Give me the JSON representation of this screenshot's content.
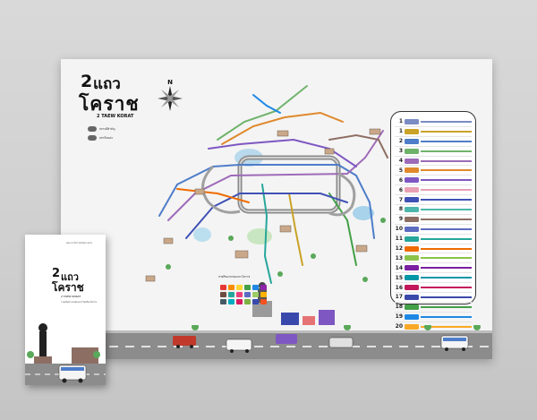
{
  "poster": {
    "logo_number": "2",
    "logo_thai_top": "แถว",
    "logo_thai_main": "โคราช",
    "logo_en": "2 TAEW KORAT",
    "compass_letter": "N",
    "legend": [
      {
        "label": "สถานที่สำคัญ",
        "color": "#777777"
      },
      {
        "label": "สถานีขนส่ง",
        "color": "#777777"
      }
    ],
    "palette_title": "สายสีของรถสองแถวโคราช",
    "palette_colors": [
      "#e53935",
      "#fb8c00",
      "#fdd835",
      "#43a047",
      "#1e88e5",
      "#8e24aa",
      "#6d4c41",
      "#26a69a",
      "#ec407a",
      "#5c6bc0",
      "#9ccc65",
      "#ffb300",
      "#455a64",
      "#00acc1",
      "#d81b60",
      "#7cb342",
      "#3949ab",
      "#f4511e"
    ]
  },
  "routes": [
    {
      "num": "1",
      "color": "#7b8cc4",
      "bar": "#7b8cc4"
    },
    {
      "num": "1",
      "color": "#c9a227",
      "bar": "#c9a227"
    },
    {
      "num": "2",
      "color": "#4e7dc9",
      "bar": "#4e7dc9"
    },
    {
      "num": "3",
      "color": "#6fb36b",
      "bar": "#6fb36b"
    },
    {
      "num": "4",
      "color": "#9e6bb8",
      "bar": "#9e6bb8"
    },
    {
      "num": "5",
      "color": "#e0892c",
      "bar": "#e0892c"
    },
    {
      "num": "6",
      "color": "#7e57c2",
      "bar": "#7e57c2"
    },
    {
      "num": "6",
      "color": "#e8a0b4",
      "bar": "#e8a0b4"
    },
    {
      "num": "7",
      "color": "#3f51b5",
      "bar": "#3f51b5"
    },
    {
      "num": "8",
      "color": "#4db6ac",
      "bar": "#4db6ac"
    },
    {
      "num": "9",
      "color": "#8d6e63",
      "bar": "#8d6e63"
    },
    {
      "num": "10",
      "color": "#5c6bc0",
      "bar": "#5c6bc0"
    },
    {
      "num": "11",
      "color": "#26a69a",
      "bar": "#26a69a"
    },
    {
      "num": "12",
      "color": "#ef6c00",
      "bar": "#ef6c00"
    },
    {
      "num": "13",
      "color": "#8bc34a",
      "bar": "#8bc34a"
    },
    {
      "num": "14",
      "color": "#7b1fa2",
      "bar": "#7b1fa2"
    },
    {
      "num": "15",
      "color": "#0097a7",
      "bar": "#0097a7"
    },
    {
      "num": "16",
      "color": "#c2185b",
      "bar": "#c2185b"
    },
    {
      "num": "17",
      "color": "#3949ab",
      "bar": "#3949ab"
    },
    {
      "num": "18",
      "color": "#43a047",
      "bar": "#43a047"
    },
    {
      "num": "19",
      "color": "#1e88e5",
      "bar": "#1e88e5"
    },
    {
      "num": "20",
      "color": "#f9a825",
      "bar": "#f9a825"
    }
  ],
  "booklet": {
    "top_text": "สองแถวโคราชเส้นทางสาย",
    "number": "2",
    "thai_top": "แถว",
    "thai_main": "โคราช",
    "en": "2 TAEW KORAT",
    "subtitle": "รวมเส้นทางรถสองแถวในเมืองโคราช"
  }
}
